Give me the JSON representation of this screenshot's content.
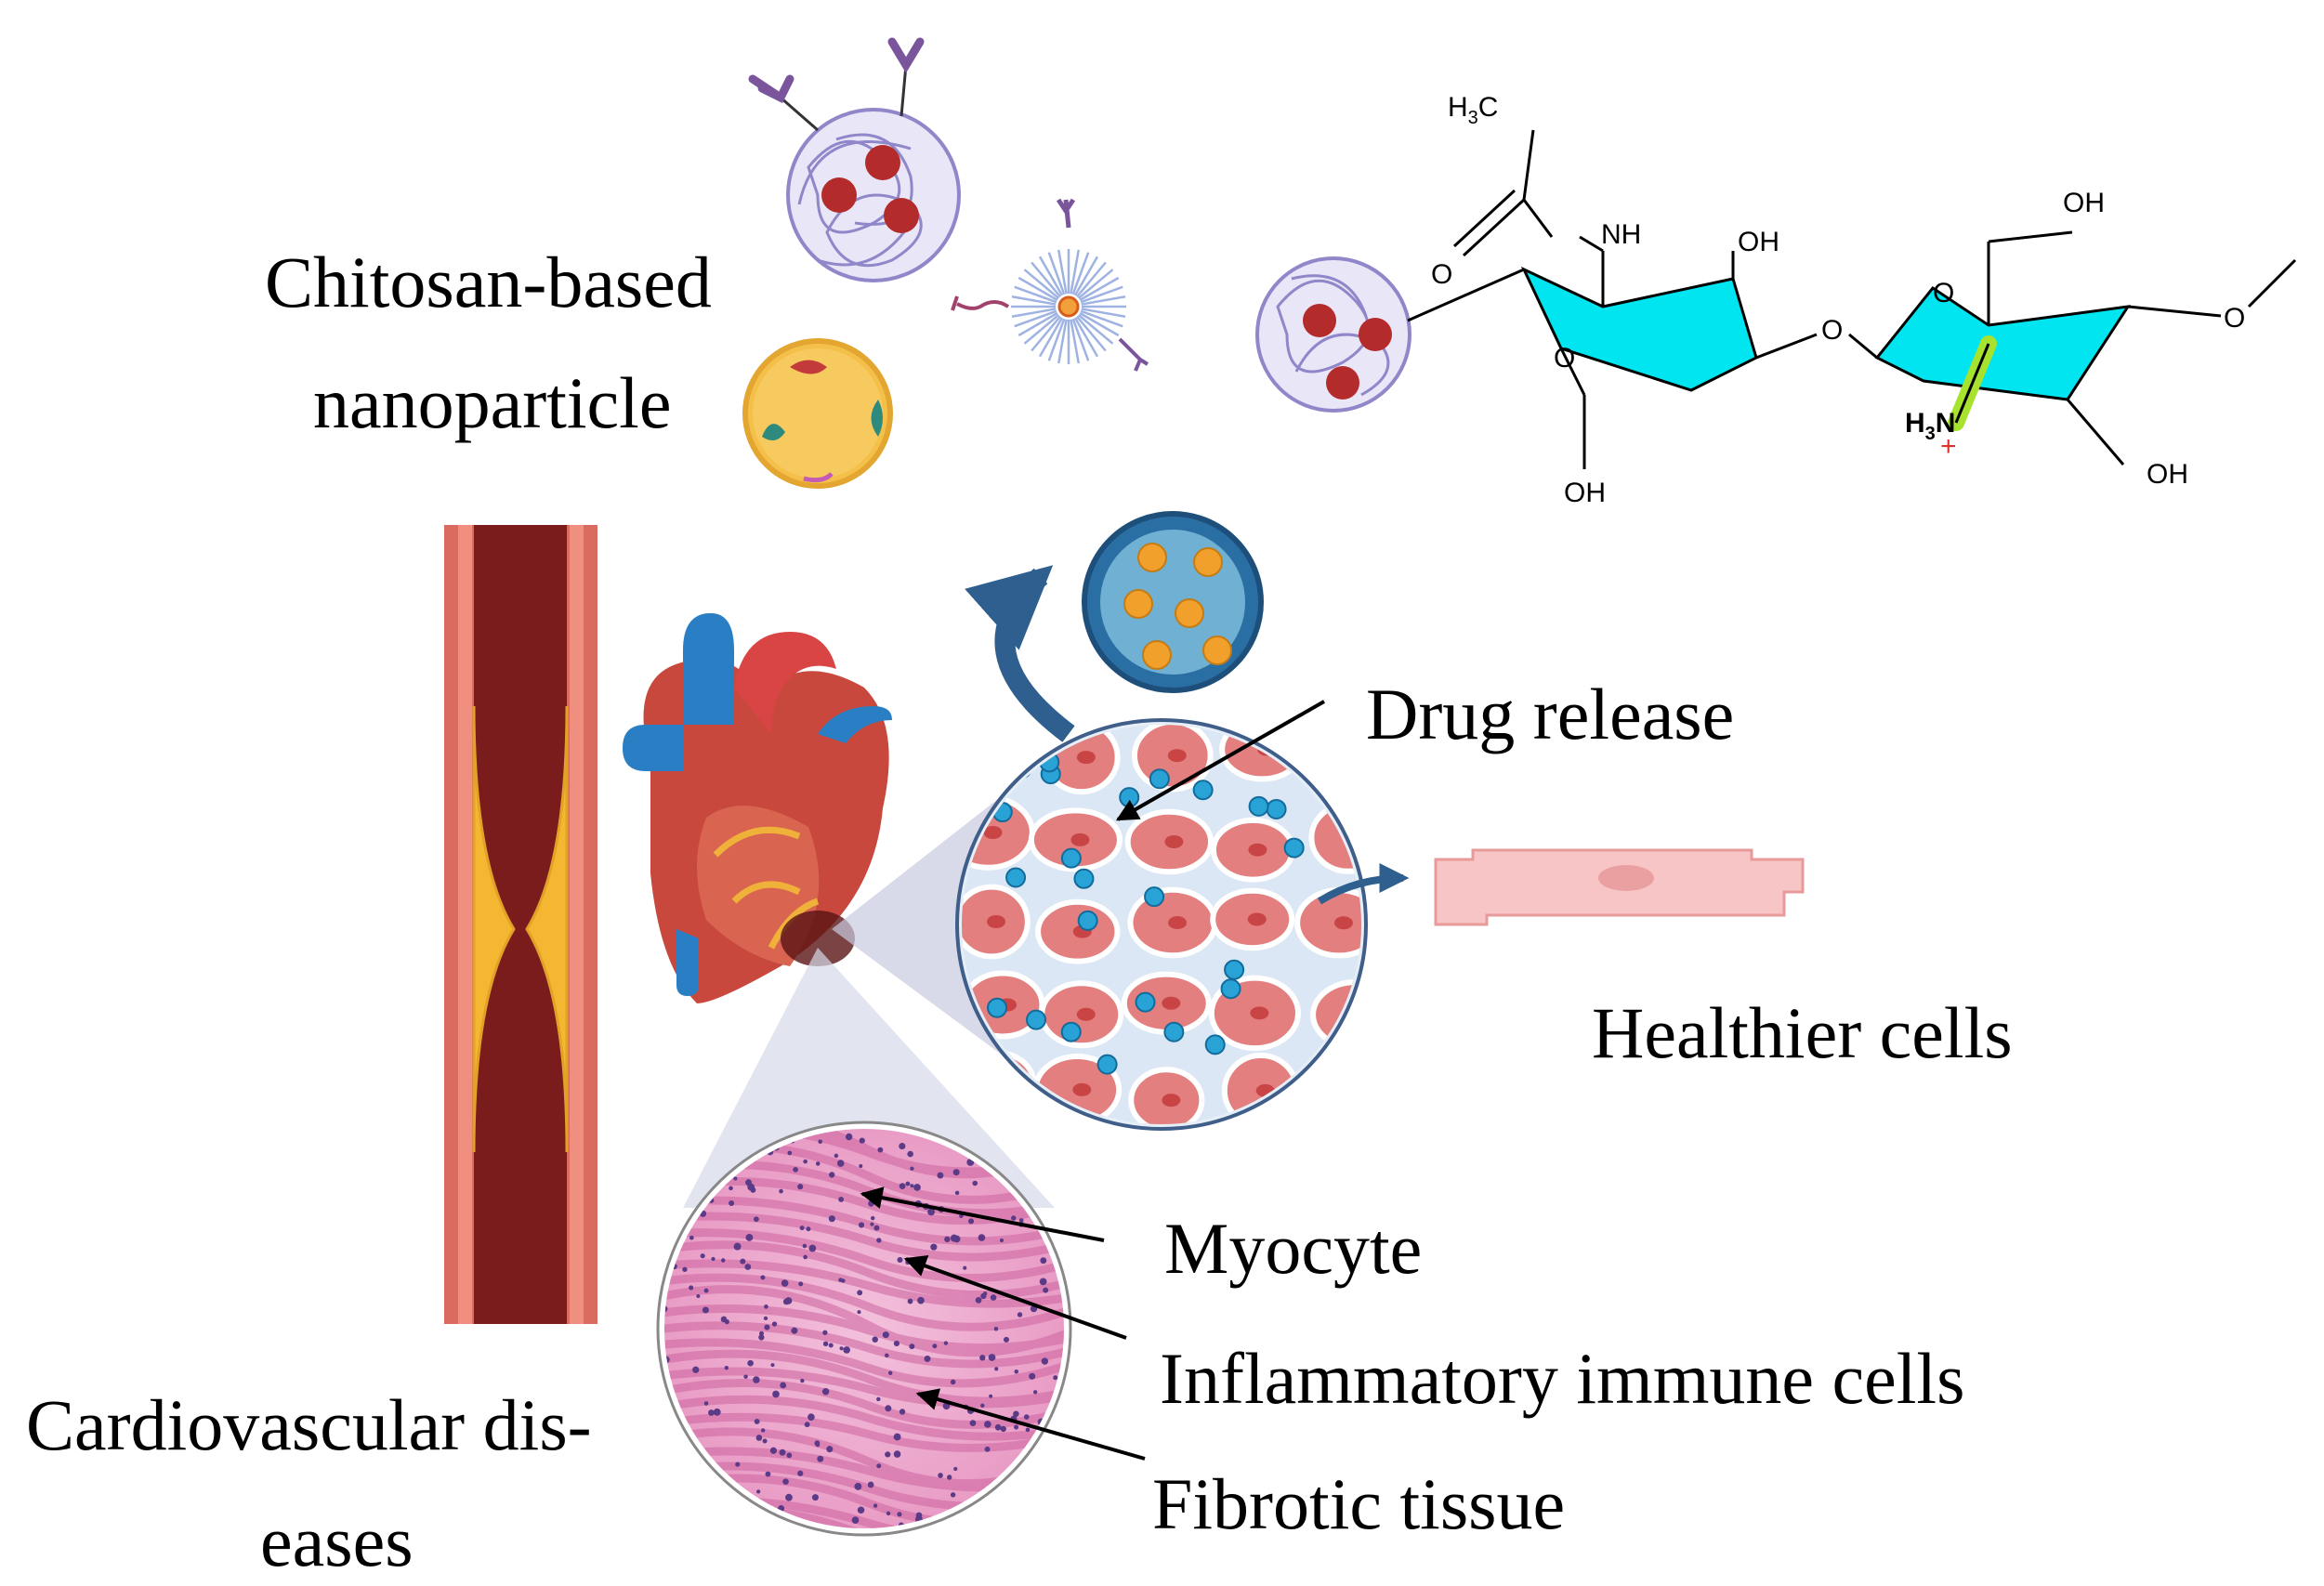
{
  "labels": {
    "chitosan_line1": "Chitosan-based",
    "chitosan_line2": "nanoparticle",
    "drug_release": "Drug release",
    "healthier_cells": "Healthier cells",
    "myocyte": "Myocyte",
    "inflammatory": "Inflammatory immune cells",
    "fibrotic": "Fibrotic tissue",
    "cvd_line1": "Cardiovascular dis-",
    "cvd_line2": "eases"
  },
  "chemistry": {
    "methyl": "H",
    "methyl_sub": "3",
    "methyl_end": "C",
    "nh": "NH",
    "oh_ring1_top": "OH",
    "oh_ring1_bottom": "OH",
    "oh_ring2_top": "OH",
    "oh_ring2_bottom": "OH",
    "o_carbonyl": "O",
    "o_ring1": "O",
    "o_link": "O",
    "o_ring2": "O",
    "o_end": "O",
    "amine_h": "H",
    "amine_sub": "3",
    "amine_n": "N",
    "amine_charge": "+"
  },
  "colors": {
    "vessel_outer": "#d96b5f",
    "vessel_inner": "#7a1c1c",
    "plaque": "#f5b731",
    "ring_cyan": "#00e5f0",
    "amine_highlight": "#a6e22e",
    "arrow_blue": "#2e5f8e",
    "drug_dot": "#29a3d6",
    "cell_pink": "#e37f7f",
    "tissue_pink": "#e79ac3"
  }
}
